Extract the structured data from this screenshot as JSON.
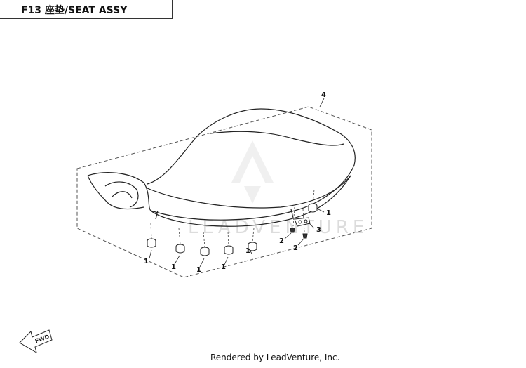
{
  "title": "F13 座垫/SEAT ASSY",
  "callouts": [
    "4",
    "1",
    "1",
    "1",
    "1",
    "1",
    "1",
    "2",
    "2",
    "3"
  ],
  "fwd_label": "FWD",
  "watermark": "LEADVENTURE",
  "footer": "Rendered by LeadVenture, Inc."
}
